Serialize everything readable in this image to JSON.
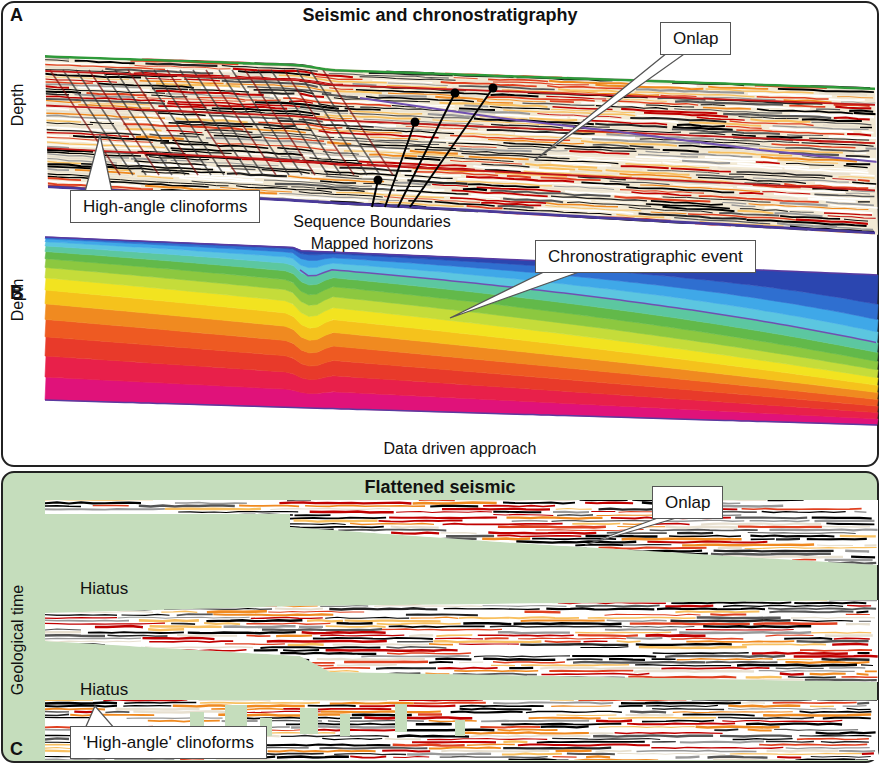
{
  "diagram": {
    "title": "Seismic and chronostratigraphy",
    "nodes": [
      {
        "text": [
          "Onlap"
        ]
      },
      {
        "text": [
          "High-angle clinoforms"
        ]
      },
      {
        "text": [
          "Chronostratigraphic event"
        ]
      },
      {
        "text": [
          "Onlap"
        ]
      },
      {
        "text": [
          "'High-angle' clinoforms"
        ]
      }
    ],
    "labels": [
      "A",
      "Depth",
      "Sequence Boundaries Mapped horizons",
      "B",
      "Depth",
      "Data driven approach",
      "Flattened seismic",
      "Geological time",
      "Hiatus",
      "Hiatus",
      "C"
    ]
  }
}
